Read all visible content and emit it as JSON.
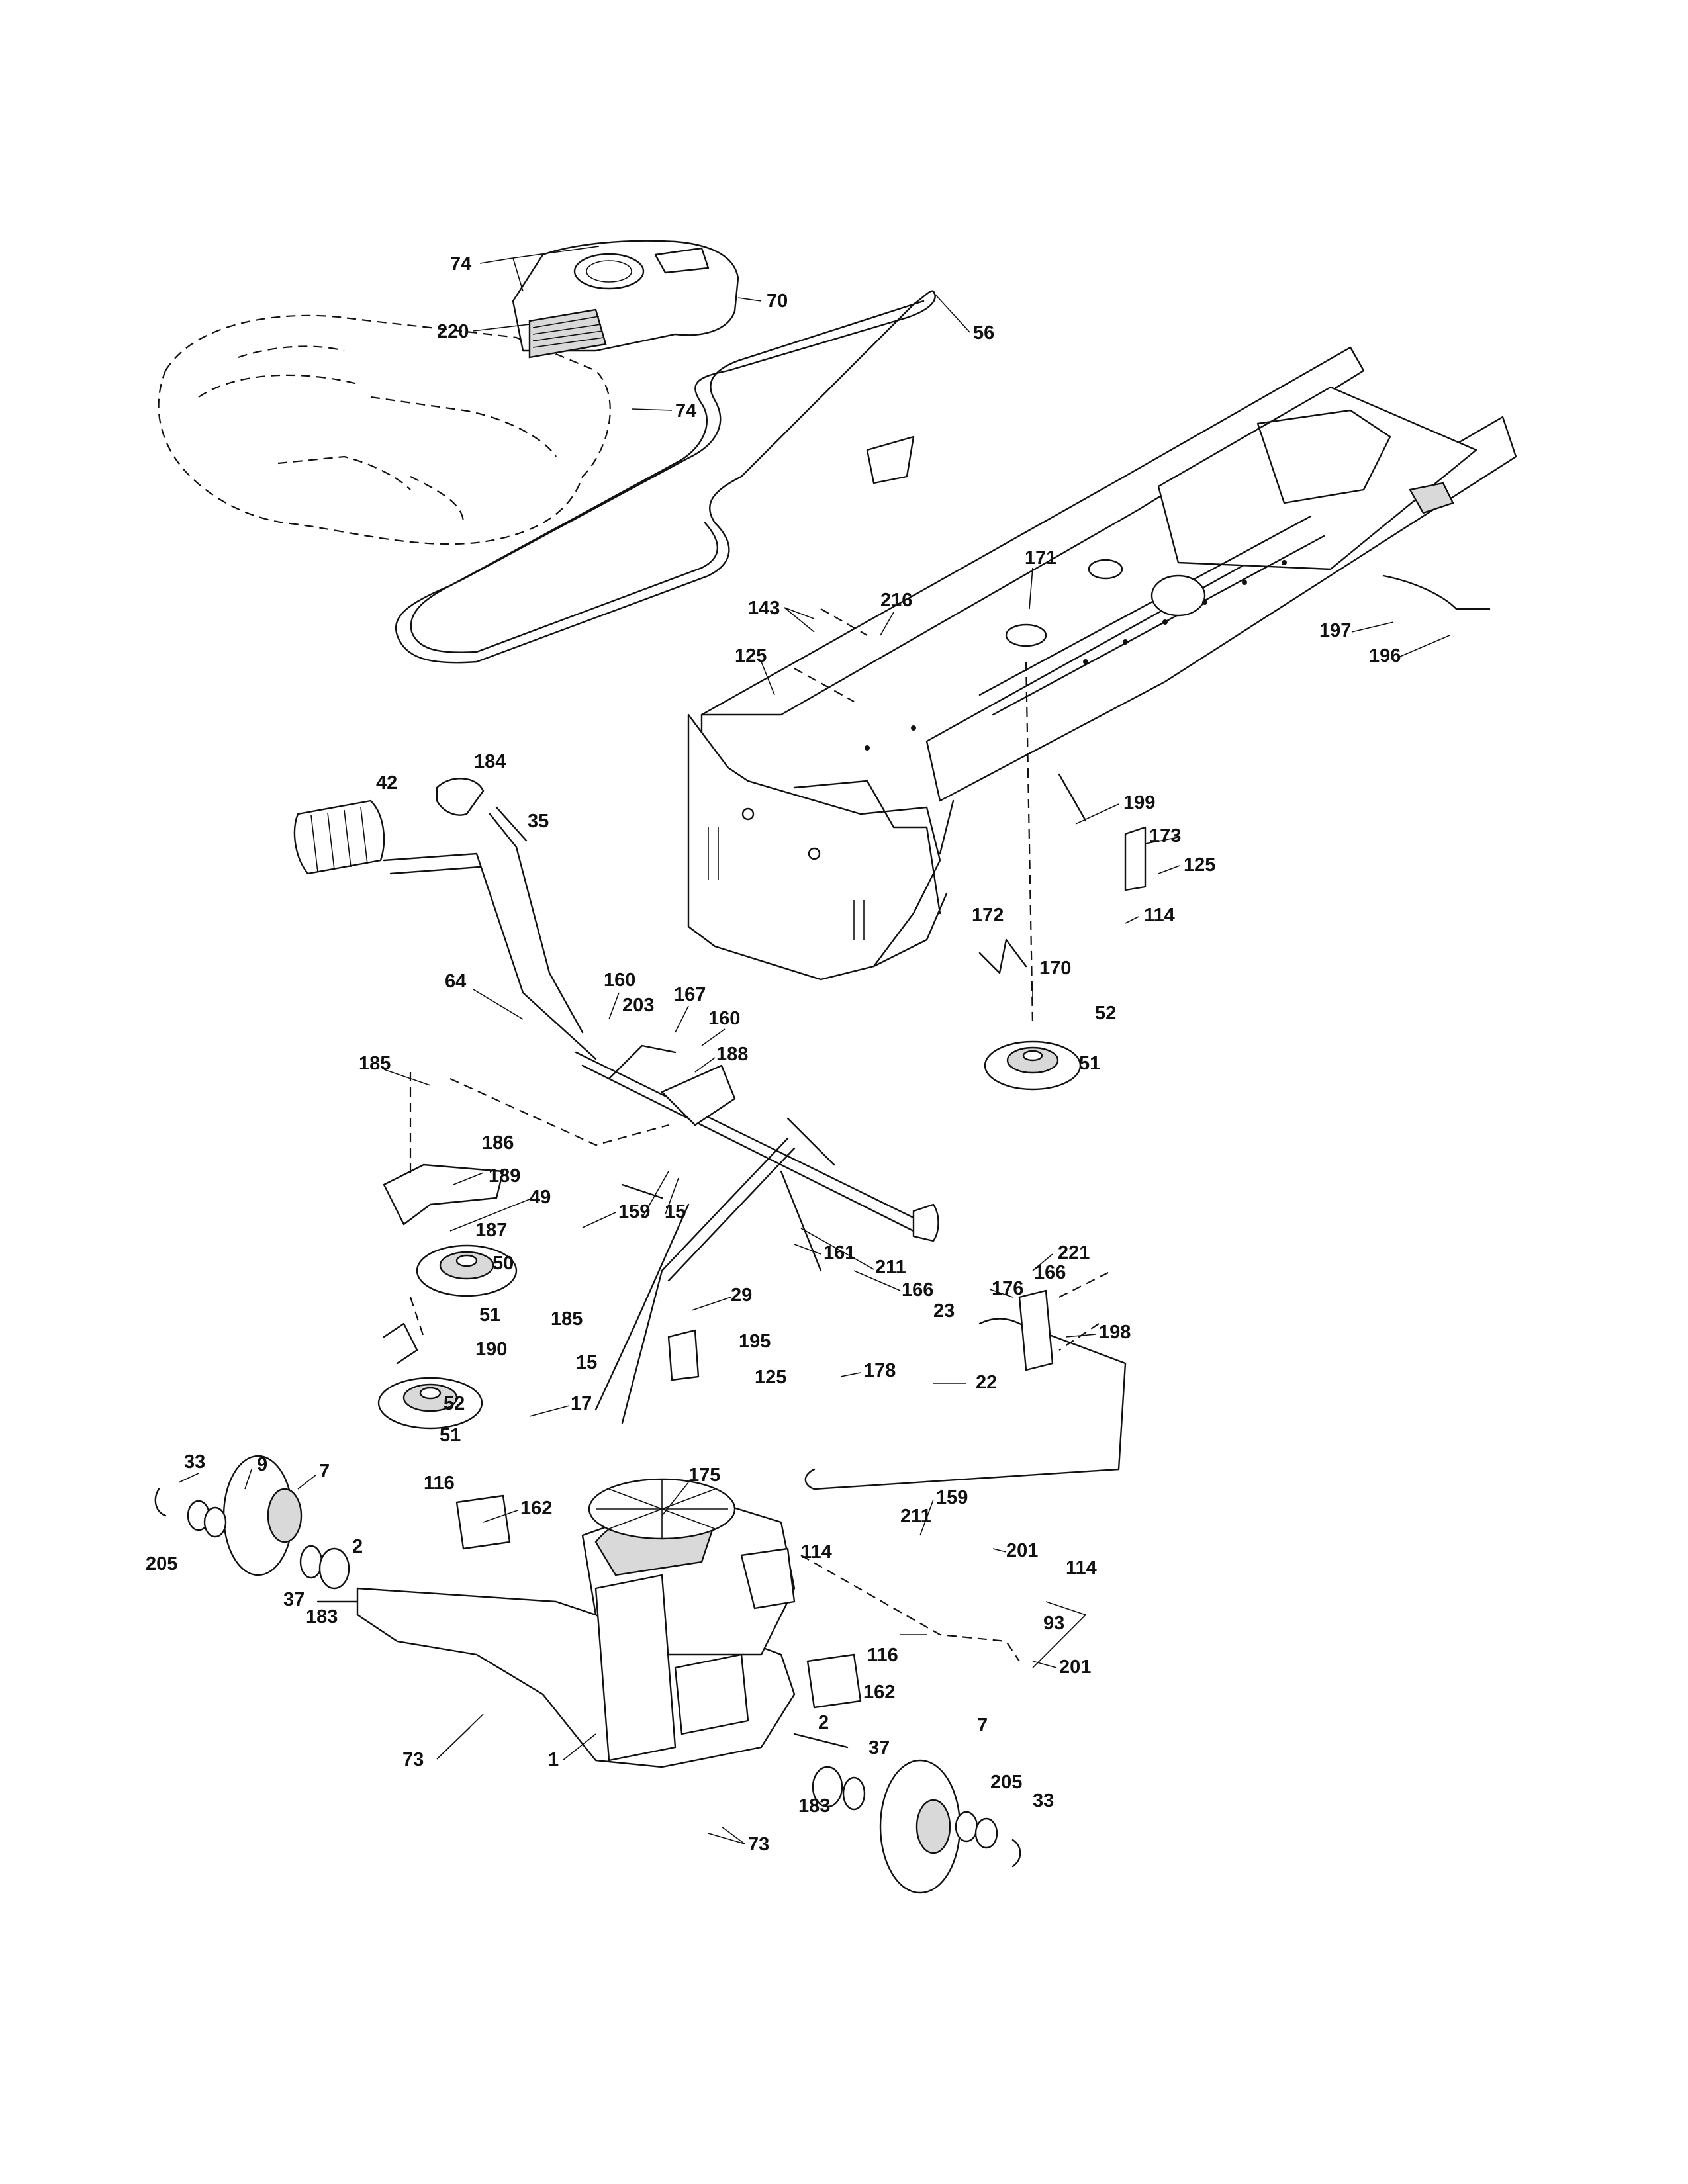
{
  "diagram": {
    "part_numbers": [
      "74",
      "70",
      "220",
      "56",
      "171",
      "143",
      "216",
      "125",
      "197",
      "196",
      "184",
      "42",
      "35",
      "199",
      "173",
      "172",
      "114",
      "170",
      "52",
      "51",
      "64",
      "160",
      "203",
      "167",
      "188",
      "185",
      "186",
      "189",
      "49",
      "159",
      "15",
      "187",
      "50",
      "161",
      "211",
      "166",
      "221",
      "176",
      "29",
      "23",
      "198",
      "190",
      "195",
      "178",
      "22",
      "17",
      "9",
      "33",
      "7",
      "116",
      "162",
      "175",
      "205",
      "37",
      "183",
      "2",
      "201",
      "93",
      "1",
      "73"
    ]
  }
}
